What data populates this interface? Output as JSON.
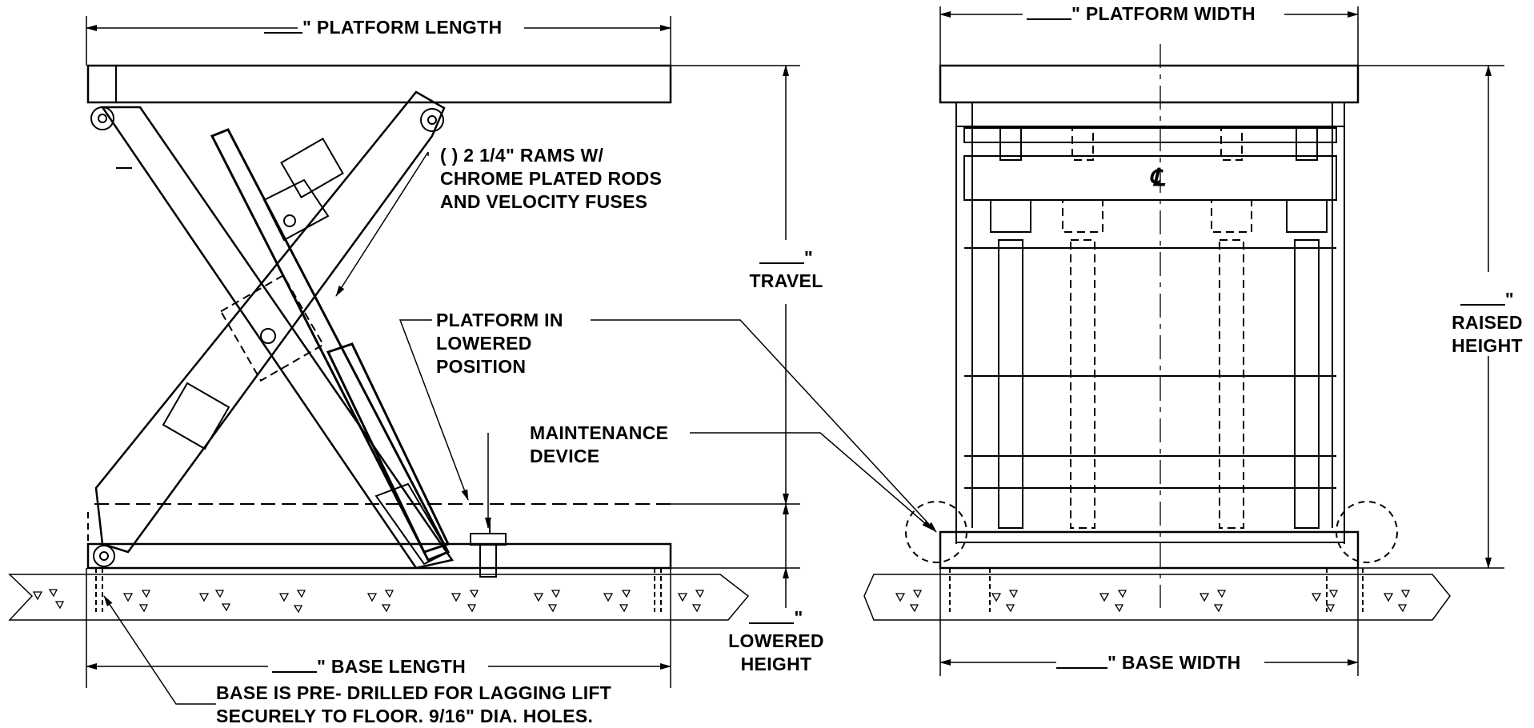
{
  "labels": {
    "platform_length": "\" PLATFORM LENGTH",
    "platform_width": "\" PLATFORM WIDTH",
    "rams": [
      "(    ) 2 1/4\" RAMS W/",
      "CHROME PLATED RODS",
      "AND VELOCITY FUSES"
    ],
    "travel": [
      "\"",
      "TRAVEL"
    ],
    "platform_lowered": [
      "PLATFORM IN",
      "LOWERED",
      "POSITION"
    ],
    "maintenance": [
      "MAINTENANCE",
      "DEVICE"
    ],
    "raised_height": [
      "\"",
      "RAISED",
      "HEIGHT"
    ],
    "lowered_height": [
      "\"",
      "LOWERED",
      "HEIGHT"
    ],
    "base_length": "\" BASE LENGTH",
    "base_width": "\" BASE WIDTH",
    "base_note": [
      "BASE IS PRE- DRILLED FOR LAGGING LIFT",
      "SECURELY TO FLOOR. 9/16\" DIA. HOLES."
    ],
    "centerline": "℄"
  }
}
